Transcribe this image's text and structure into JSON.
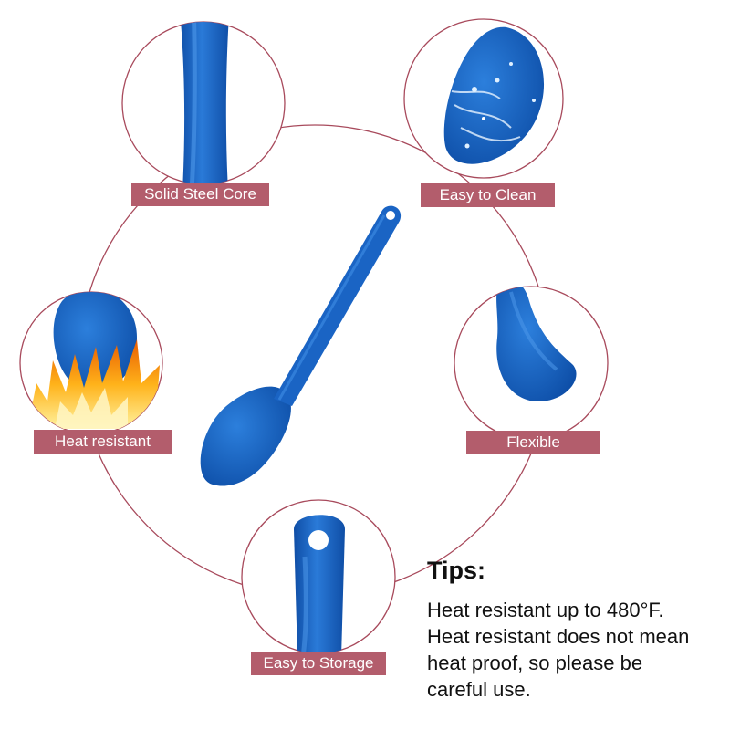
{
  "colors": {
    "label_bg": "#b35d6c",
    "ring": "#a84a5c",
    "silicone": "#1a64c4"
  },
  "features": [
    {
      "id": "core",
      "label": "Solid Steel Core",
      "icon": "spoon-handle-closeup"
    },
    {
      "id": "clean",
      "label": "Easy to Clean",
      "icon": "spoon-head-with-water-splash"
    },
    {
      "id": "heat",
      "label": "Heat resistant",
      "icon": "spoon-head-in-flames"
    },
    {
      "id": "flex",
      "label": "Flexible",
      "icon": "bent-spoon-head"
    },
    {
      "id": "storage",
      "label": "Easy to Storage",
      "icon": "handle-with-hanging-hole"
    }
  ],
  "tips": {
    "title": "Tips:",
    "lines": [
      "Heat resistant up to 480°F.",
      "Heat resistant does not mean",
      "heat proof, so please be",
      "careful use."
    ]
  }
}
